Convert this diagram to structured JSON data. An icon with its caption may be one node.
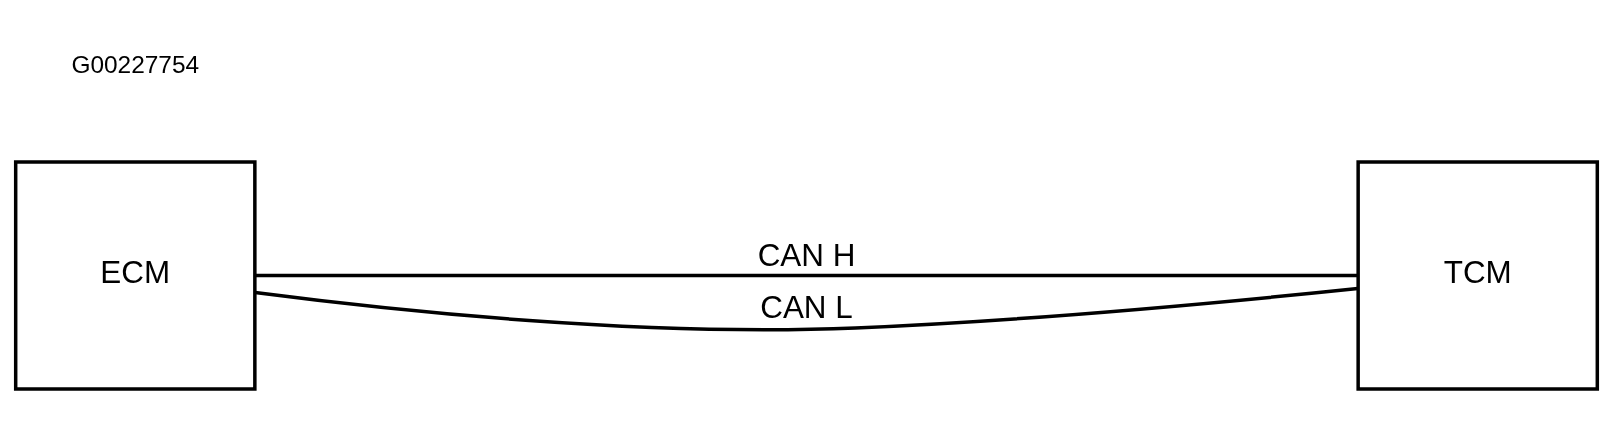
{
  "diagram": {
    "nodes": [
      {
        "text": [
          "ECM"
        ]
      },
      {
        "text": [
          "TCM"
        ]
      }
    ],
    "edges": [
      {
        "from": 0,
        "to": 1,
        "arrow": "none",
        "label": "CAN H"
      },
      {
        "from": 0,
        "to": 1,
        "arrow": "none",
        "label": "CAN L"
      }
    ],
    "labels": [
      "G00227754"
    ]
  }
}
